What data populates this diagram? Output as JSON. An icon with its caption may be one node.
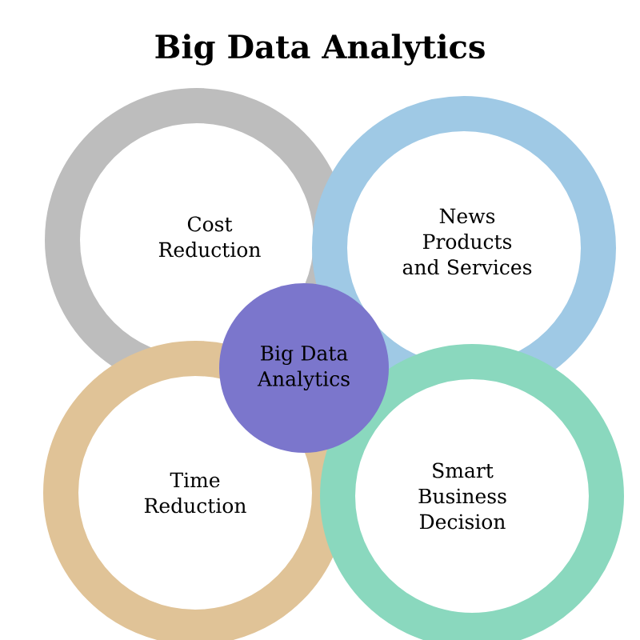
{
  "diagram": {
    "title": "Big Data Analytics",
    "nodes": [
      {
        "text": [
          "Cost Reduction"
        ]
      },
      {
        "text": [
          "News Products and Services"
        ]
      },
      {
        "text": [
          "Big Data Analytics"
        ]
      },
      {
        "text": [
          "Time Reduction"
        ]
      },
      {
        "text": [
          "Smart Business Decision"
        ]
      }
    ]
  }
}
